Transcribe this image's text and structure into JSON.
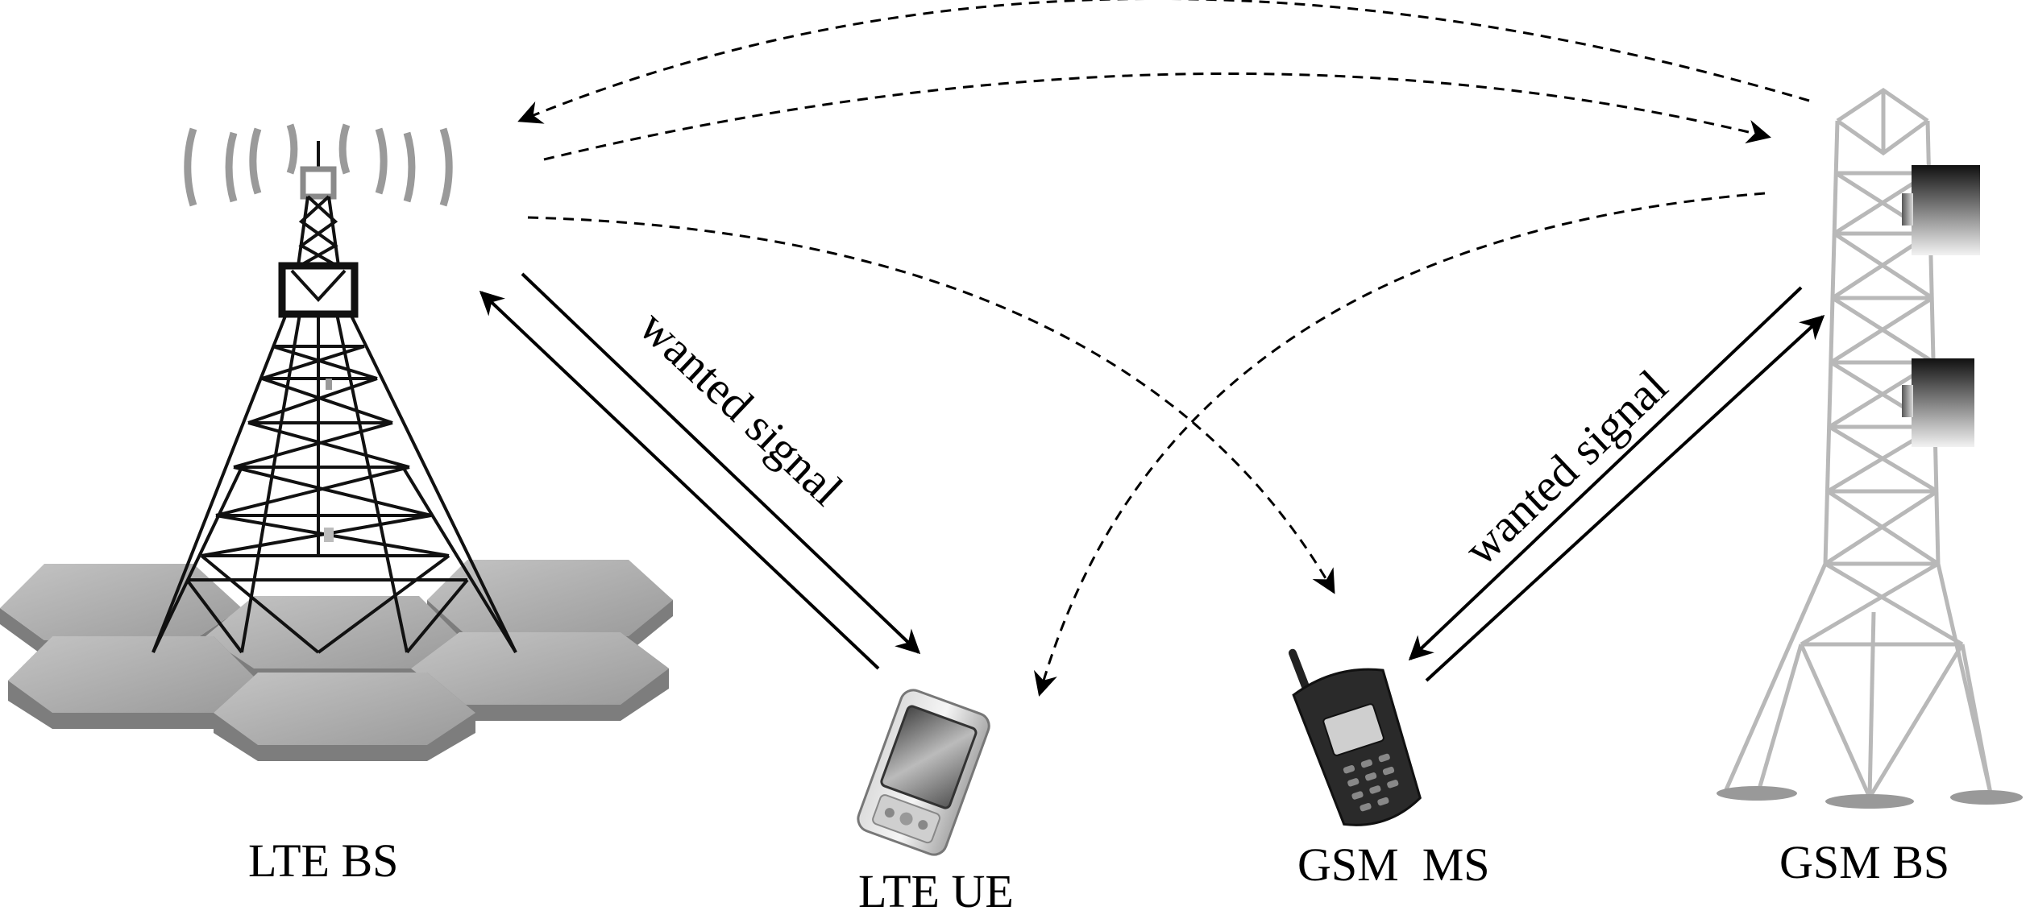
{
  "nodes": {
    "lte_bs": {
      "label": "LTE BS"
    },
    "lte_ue": {
      "label": "LTE UE"
    },
    "gsm_ms": {
      "label": "GSM  MS"
    },
    "gsm_bs": {
      "label": "GSM BS"
    }
  },
  "edges": {
    "lte_wanted": {
      "label": "wanted signal"
    },
    "gsm_wanted": {
      "label": "wanted signal"
    }
  },
  "colors": {
    "line": "#000000",
    "lte_tower": "#111111",
    "gsm_tower": "#b8b8b8",
    "cell_top": "#b4b4b4",
    "cell_side": "#7d7d7d"
  }
}
